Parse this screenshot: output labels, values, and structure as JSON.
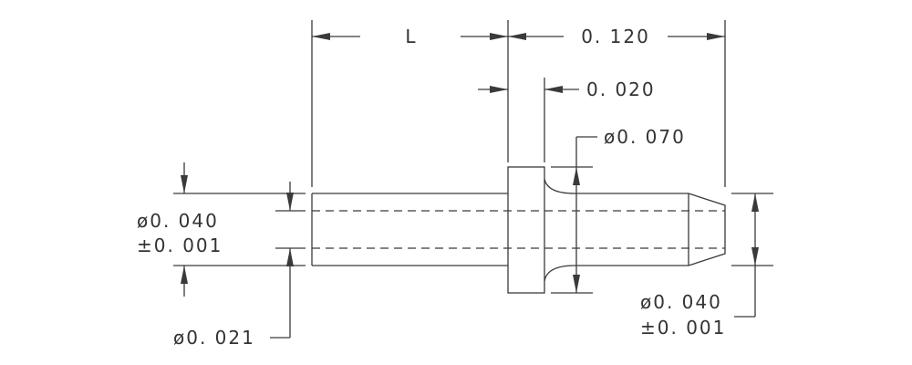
{
  "dimensions": {
    "length_label": "L",
    "shank_to_tip": "0. 120",
    "collar_width": "0. 020",
    "collar_diameter": "ø0. 070",
    "left_diameter": "ø0. 040",
    "left_tolerance": "±0. 001",
    "bore_diameter": "ø0. 021",
    "right_diameter": "ø0. 040",
    "right_tolerance": "±0. 001"
  }
}
